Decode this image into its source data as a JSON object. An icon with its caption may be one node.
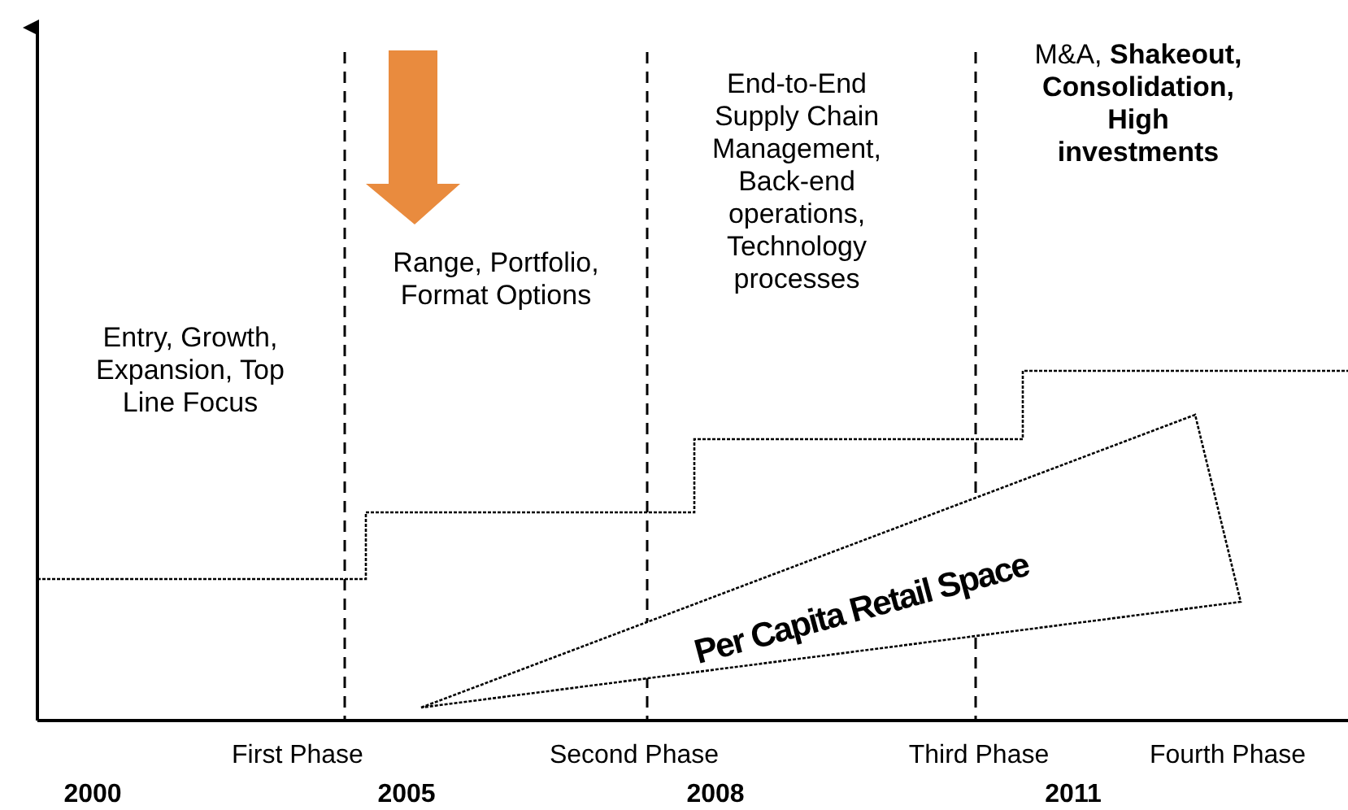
{
  "diagram": {
    "nodes": [
      {
        "text": [
          "Per Capita Retail Space"
        ]
      }
    ],
    "labels": [
      "M&A, **Shakeout, Consolidation, High investments**",
      "End-to-End Supply Chain Management, Back-end operations, Technology processes",
      "Range, Portfolio, Format Options",
      "Entry, Growth, Expansion, Top Line Focus",
      "First Phase",
      "Second Phase",
      "Third Phase",
      "Fourth Phase",
      "2000",
      "2005",
      "2008",
      "2011"
    ]
  }
}
